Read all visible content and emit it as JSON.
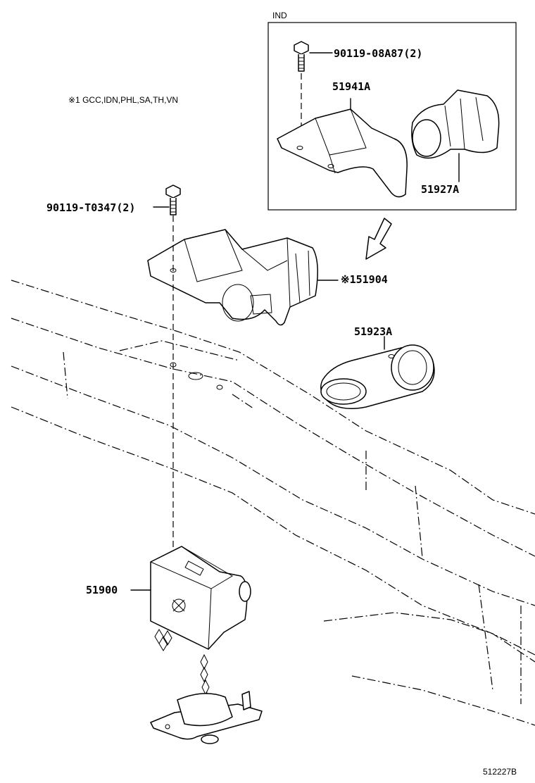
{
  "inset": {
    "region": "IND",
    "bolt": "90119-08A87(2)",
    "bracket": "51941A",
    "hanger": "51927A"
  },
  "note": "※1 GCC,IDN,PHL,SA,TH,VN",
  "parts": {
    "bolt_main": "90119-T0347(2)",
    "carrier_bracket": "※151904",
    "pipe_cover": "51923A",
    "spare_carrier": "51900"
  },
  "figure_id": "512227B"
}
